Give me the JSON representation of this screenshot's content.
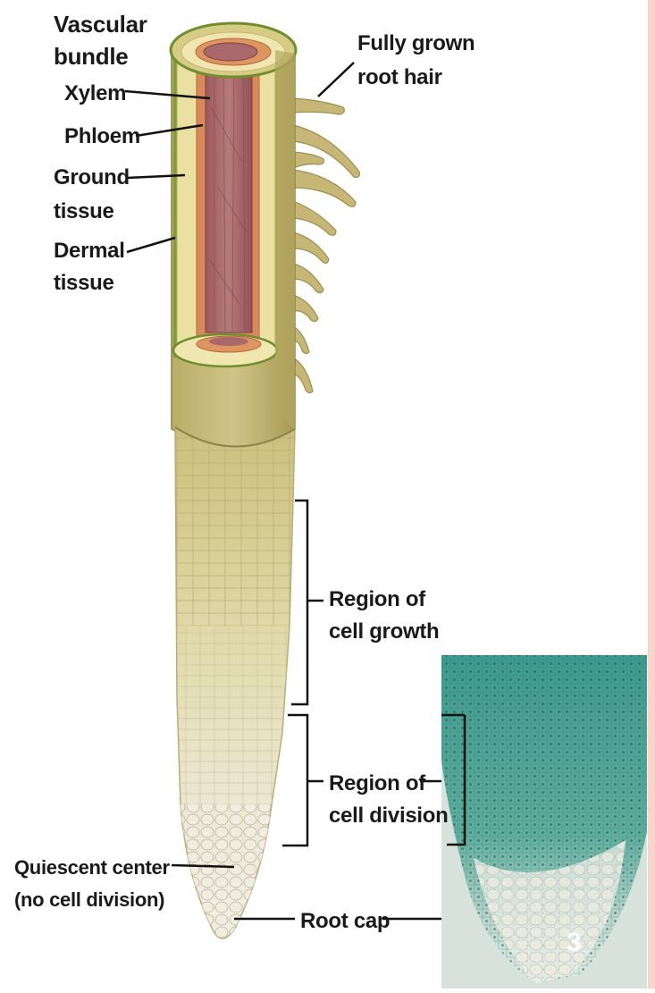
{
  "labels": {
    "vascular_bundle_1": "Vascular",
    "vascular_bundle_2": "bundle",
    "xylem": "Xylem",
    "phloem": "Phloem",
    "ground_1": "Ground",
    "ground_2": "tissue",
    "dermal_1": "Dermal",
    "dermal_2": "tissue",
    "root_hair_1": "Fully grown",
    "root_hair_2": "root hair",
    "growth_1": "Region of",
    "growth_2": "cell growth",
    "division_1": "Region of",
    "division_2": "cell division",
    "quiescent_1": "Quiescent center",
    "quiescent_2": "(no cell division)",
    "root_cap": "Root cap",
    "page_number": "3"
  }
}
